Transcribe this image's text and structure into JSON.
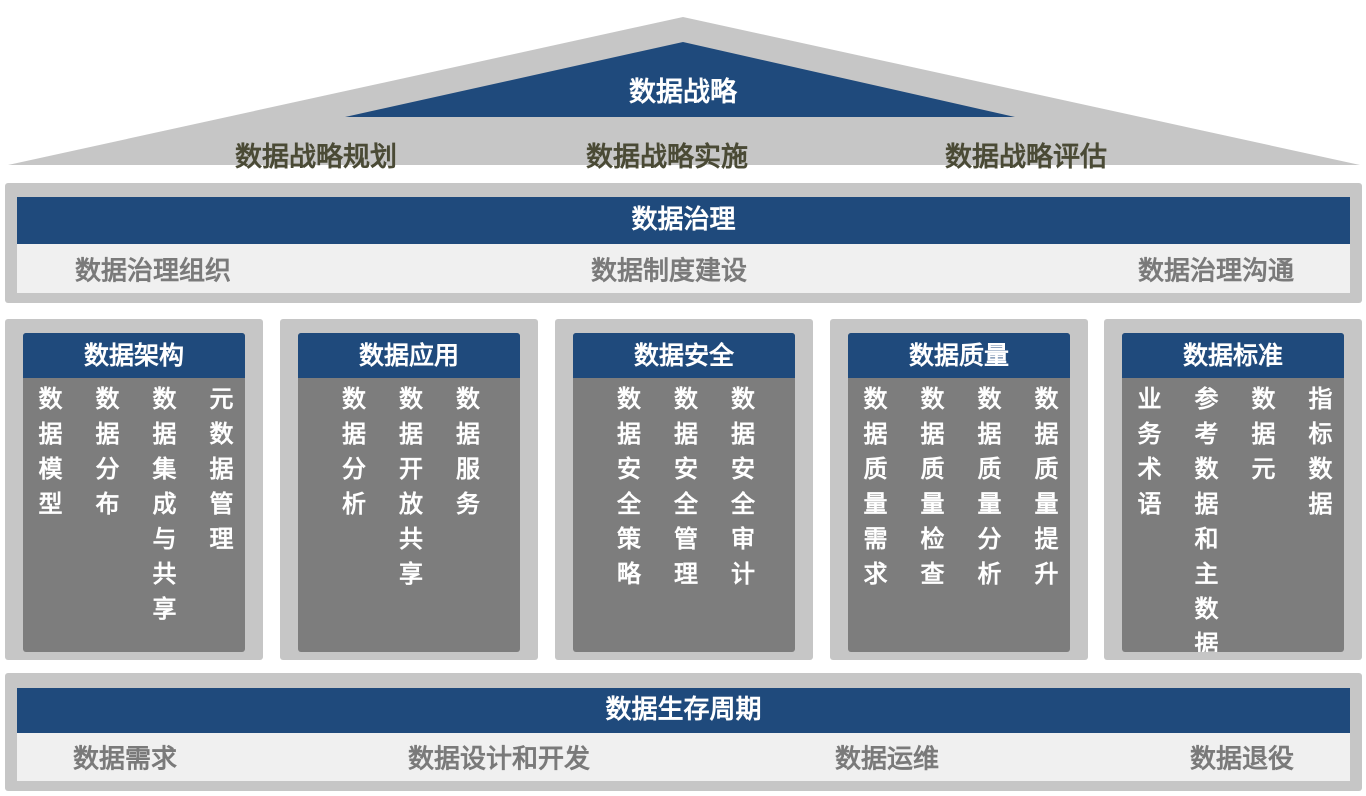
{
  "strategy": {
    "title": "数据战略",
    "items": [
      "数据战略规划",
      "数据战略实施",
      "数据战略评估"
    ]
  },
  "governance": {
    "title": "数据治理",
    "items": [
      "数据治理组织",
      "数据制度建设",
      "数据治理沟通"
    ]
  },
  "pillars": [
    {
      "title": "数据架构",
      "items": [
        "数据模型",
        "数据分布",
        "数据集成与共享",
        "元数据管理"
      ]
    },
    {
      "title": "数据应用",
      "items": [
        "数据分析",
        "数据开放共享",
        "数据服务"
      ]
    },
    {
      "title": "数据安全",
      "items": [
        "数据安全策略",
        "数据安全管理",
        "数据安全审计"
      ]
    },
    {
      "title": "数据质量",
      "items": [
        "数据质量需求",
        "数据质量检查",
        "数据质量分析",
        "数据质量提升"
      ]
    },
    {
      "title": "数据标准",
      "items": [
        "业务术语",
        "参考数据和主数据",
        "数据元",
        "指标数据"
      ]
    }
  ],
  "lifecycle": {
    "title": "数据生存周期",
    "items": [
      "数据需求",
      "数据设计和开发",
      "数据运维",
      "数据退役"
    ]
  },
  "colors": {
    "blue": "#1f4a7c",
    "gray": "#c6c6c6",
    "panel": "#7d7d7d"
  }
}
